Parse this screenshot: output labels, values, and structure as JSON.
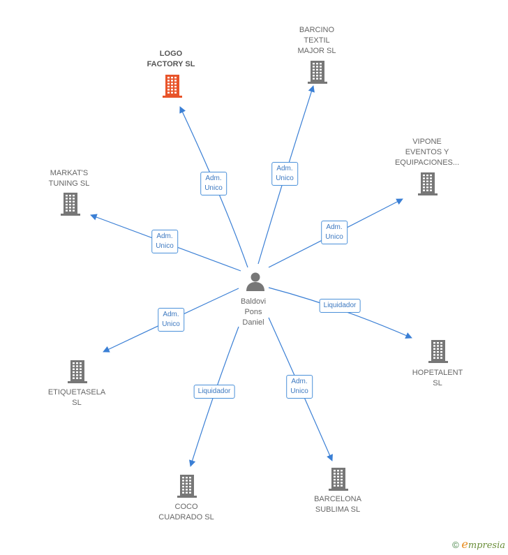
{
  "center": {
    "name_lines": [
      "Baldovi",
      "Pons",
      "Daniel"
    ],
    "icon": "person-icon"
  },
  "companies": [
    {
      "id": "logo-factory",
      "name_lines": [
        "LOGO",
        "FACTORY  SL"
      ],
      "highlight": true,
      "icon": "building-icon",
      "color": "#e8542a"
    },
    {
      "id": "barcino-textil",
      "name_lines": [
        "BARCINO",
        "TEXTIL",
        "MAJOR  SL"
      ],
      "icon": "building-icon",
      "color": "#777777"
    },
    {
      "id": "vipone",
      "name_lines": [
        "VIPONE",
        "EVENTOS Y",
        "EQUIPACIONES..."
      ],
      "icon": "building-icon",
      "color": "#777777"
    },
    {
      "id": "markats",
      "name_lines": [
        "MARKAT'S",
        "TUNING SL"
      ],
      "icon": "building-icon",
      "color": "#777777"
    },
    {
      "id": "hopetalent",
      "name_lines": [
        "HOPETALENT",
        "SL"
      ],
      "icon": "building-icon",
      "color": "#777777"
    },
    {
      "id": "etiquetasela",
      "name_lines": [
        "ETIQUETASELA",
        "SL"
      ],
      "icon": "building-icon",
      "color": "#777777"
    },
    {
      "id": "coco-cuadrado",
      "name_lines": [
        "COCO",
        "CUADRADO  SL"
      ],
      "icon": "building-icon",
      "color": "#777777"
    },
    {
      "id": "barcelona-sublima",
      "name_lines": [
        "BARCELONA",
        "SUBLIMA SL"
      ],
      "icon": "building-icon",
      "color": "#777777"
    }
  ],
  "relations": [
    {
      "target": "logo-factory",
      "label_lines": [
        "Adm.",
        "Unico"
      ]
    },
    {
      "target": "barcino-textil",
      "label_lines": [
        "Adm.",
        "Unico"
      ]
    },
    {
      "target": "vipone",
      "label_lines": [
        "Adm.",
        "Unico"
      ]
    },
    {
      "target": "markats",
      "label_lines": [
        "Adm.",
        "Unico"
      ]
    },
    {
      "target": "hopetalent",
      "label_lines": [
        "Liquidador"
      ]
    },
    {
      "target": "etiquetasela",
      "label_lines": [
        "Adm.",
        "Unico"
      ]
    },
    {
      "target": "coco-cuadrado",
      "label_lines": [
        "Liquidador"
      ]
    },
    {
      "target": "barcelona-sublima",
      "label_lines": [
        "Adm.",
        "Unico"
      ]
    }
  ],
  "colors": {
    "edge": "#3a7fd5",
    "badge_text": "#3c78c0",
    "node_text": "#666666"
  },
  "footer": {
    "copyright_symbol": "©",
    "brand_initial": "e",
    "brand_rest": "mpresia"
  }
}
